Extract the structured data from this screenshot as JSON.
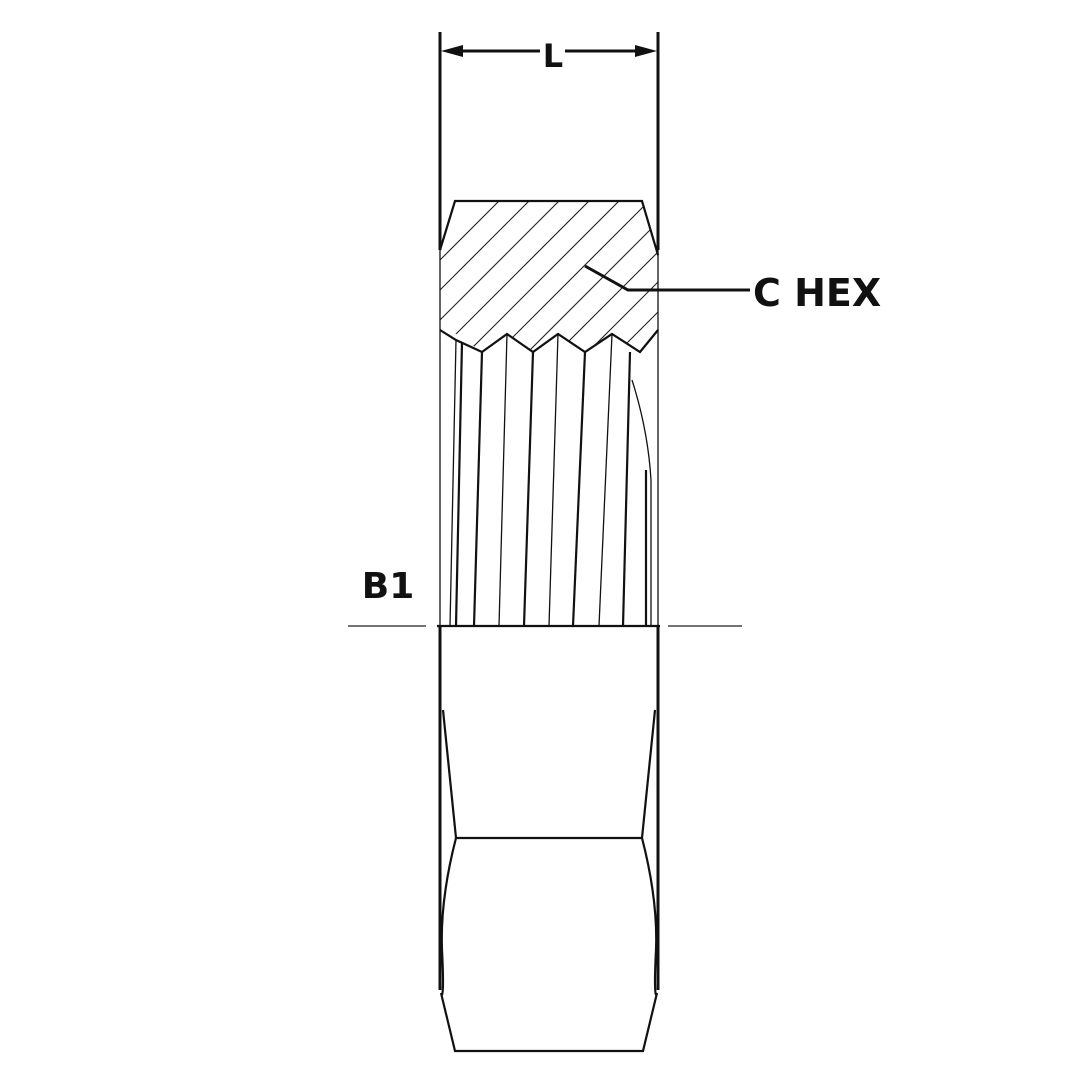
{
  "drawing": {
    "subject": "hex nut / lock nut cross-section technical drawing",
    "labels": {
      "length_dimension": "L",
      "hex_callout": "C HEX",
      "thread_callout": "B1"
    },
    "colors": {
      "line": "#111111",
      "background": "#ffffff"
    }
  }
}
